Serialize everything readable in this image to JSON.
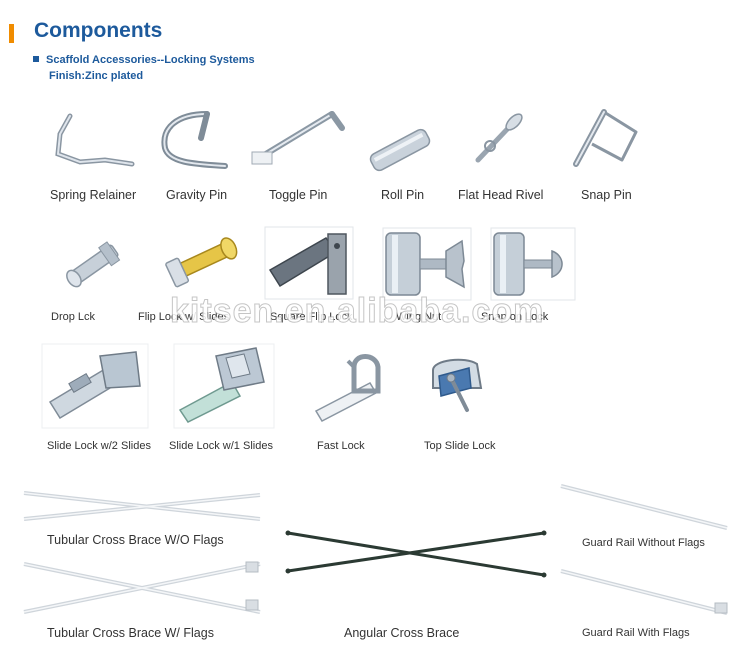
{
  "header": {
    "title": "Components",
    "subtitle_line1": "Scaffold Accessories--Locking Systems",
    "subtitle_line2": "Finish:Zinc plated",
    "accent_color": "#f08c00",
    "title_color": "#1d5a9c"
  },
  "watermark": "kitsen.en.alibaba.com",
  "products": [
    {
      "name": "Spring Relainer"
    },
    {
      "name": "Gravity Pin"
    },
    {
      "name": "Toggle Pin"
    },
    {
      "name": "Roll Pin"
    },
    {
      "name": "Flat Head Rivel"
    },
    {
      "name": "Snap Pin"
    },
    {
      "name": "Drop Lck"
    },
    {
      "name": "Flip Lock w/ Slides"
    },
    {
      "name": "Square Flip Lock"
    },
    {
      "name": "Wing Nut"
    },
    {
      "name": "Snap on Lock"
    },
    {
      "name": "Slide Lock w/2 Slides"
    },
    {
      "name": "Slide Lock w/1 Slides"
    },
    {
      "name": "Fast Lock"
    },
    {
      "name": "Top Slide Lock"
    },
    {
      "name": "Tubular Cross Brace W/O Flags"
    },
    {
      "name": "Angular Cross Brace"
    },
    {
      "name": "Guard Rail Without Flags"
    },
    {
      "name": "Tubular Cross Brace W/ Flags"
    },
    {
      "name": "Guard Rail With Flags"
    }
  ]
}
